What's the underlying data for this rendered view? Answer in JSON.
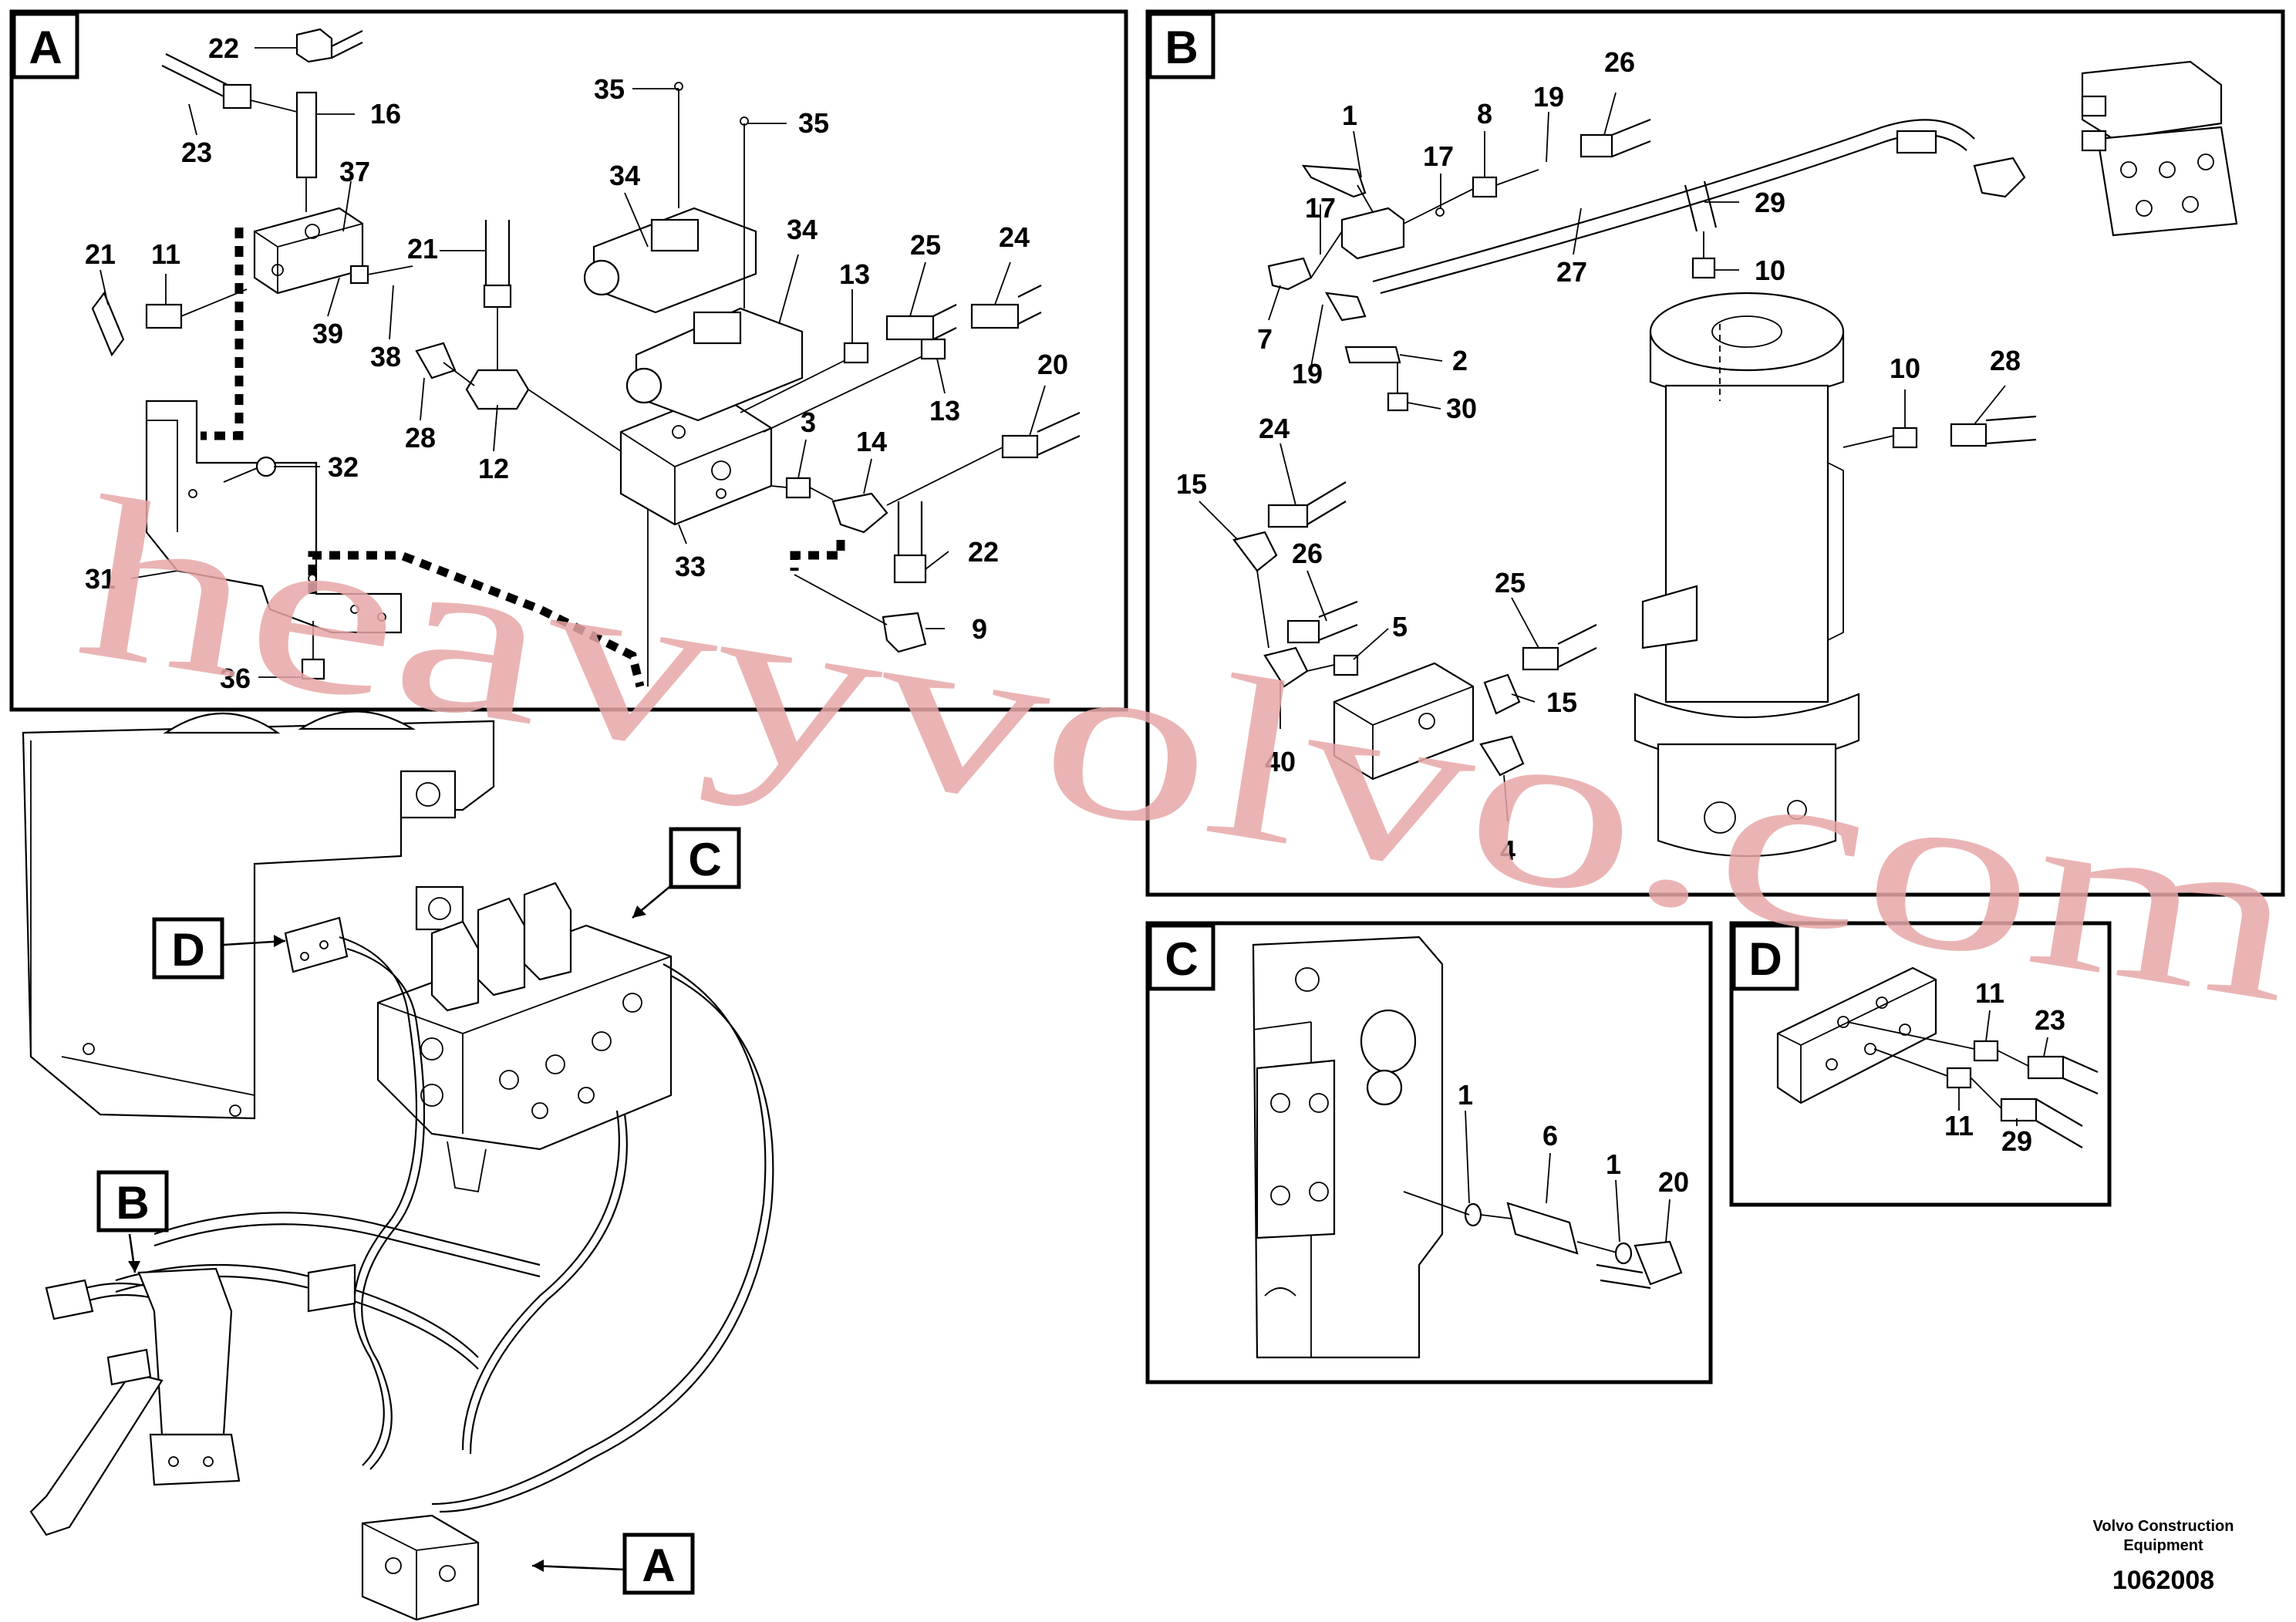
{
  "panels": {
    "a": {
      "letter": "A",
      "callouts": [
        "22",
        "16",
        "23",
        "37",
        "21",
        "11",
        "39",
        "38",
        "21",
        "28",
        "12",
        "32",
        "31",
        "36",
        "35",
        "35",
        "34",
        "34",
        "33",
        "13",
        "25",
        "24",
        "13",
        "3",
        "14",
        "20",
        "22",
        "9"
      ]
    },
    "b": {
      "letter": "B",
      "callouts": [
        "1",
        "8",
        "19",
        "26",
        "17",
        "17",
        "29",
        "10",
        "7",
        "19",
        "27",
        "2",
        "30",
        "10",
        "28",
        "24",
        "15",
        "26",
        "5",
        "25",
        "15",
        "40",
        "4"
      ]
    },
    "c": {
      "letter": "C",
      "callouts": [
        "1",
        "6",
        "1",
        "20"
      ]
    },
    "d": {
      "letter": "D",
      "callouts": [
        "11",
        "23",
        "11",
        "29"
      ]
    }
  },
  "overview": {
    "markers": [
      "D",
      "C",
      "B",
      "A"
    ]
  },
  "watermark": {
    "text": "heavyvolvo.com",
    "color": "#e7a7a7"
  },
  "footer": {
    "company_line1": "Volvo Construction",
    "company_line2": "Equipment",
    "drawing_number": "1062008"
  }
}
